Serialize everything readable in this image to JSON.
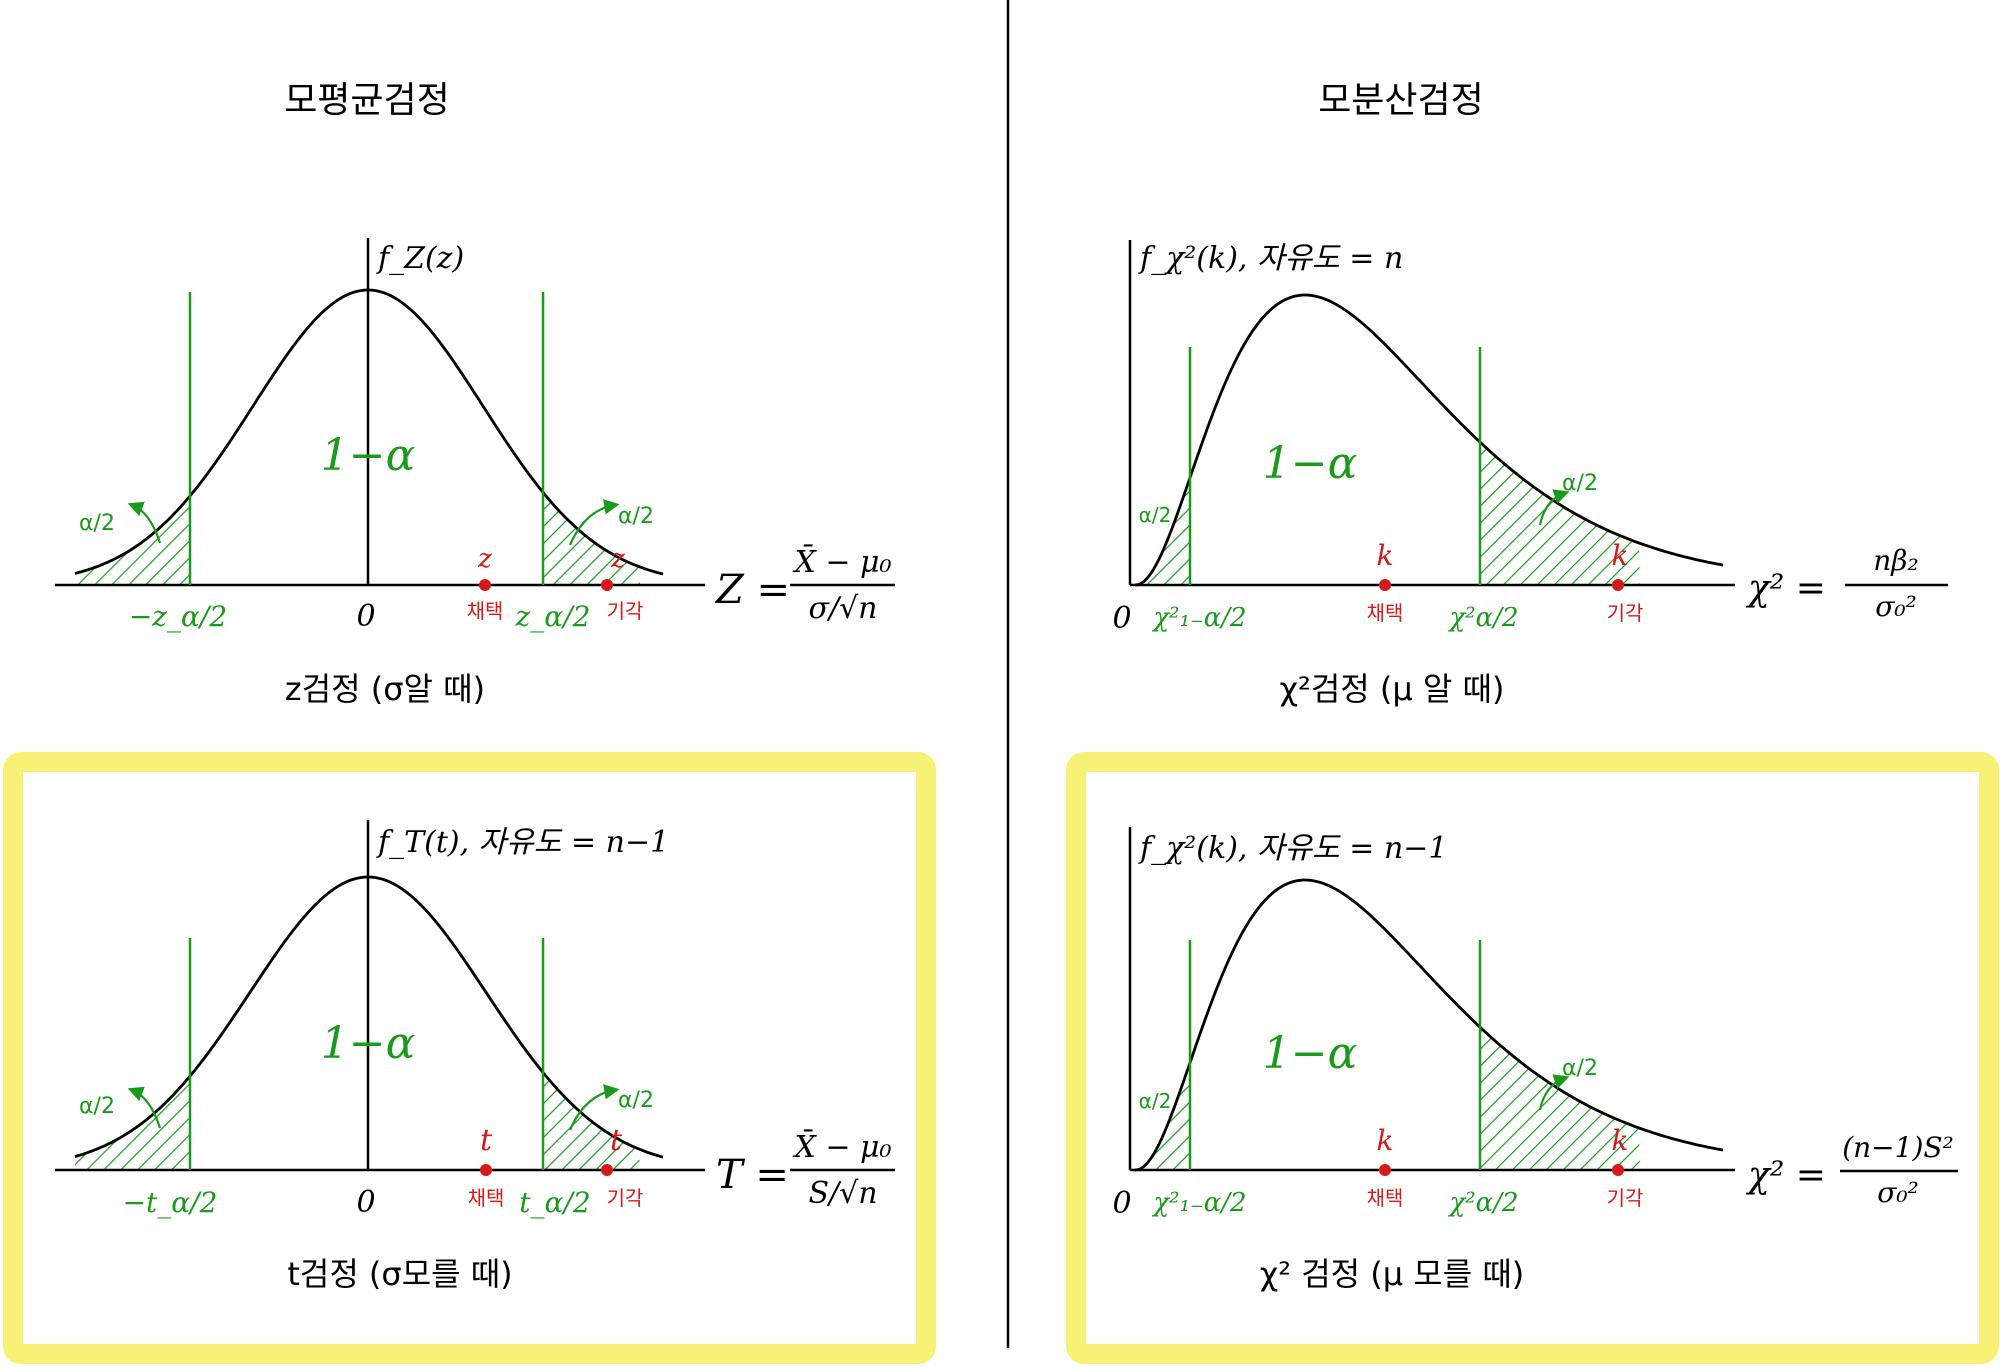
{
  "titles": {
    "mean_test": "모평균검정",
    "variance_test": "모분산검정"
  },
  "colors": {
    "curve": "#000000",
    "critical": "#1a9a1a",
    "statistic": "#d41a1a",
    "highlight": "#f7f276"
  },
  "panels": {
    "z": {
      "y_label": "f_Z(z)",
      "center": "1−α",
      "half_alpha": "α/2",
      "lower_critical": "−z_α/2",
      "upper_critical": "z_α/2",
      "origin": "0",
      "stat_symbol": "z",
      "accept_label": "채택",
      "reject_label": "기각",
      "formula_lhs": "Z =",
      "formula_num": "X̄ − μ₀",
      "formula_den": "σ/√n",
      "caption": "z검정 (σ알 때)"
    },
    "t": {
      "y_label": "f_T(t), 자유도 = n−1",
      "center": "1−α",
      "half_alpha": "α/2",
      "lower_critical": "−t_α/2",
      "upper_critical": "t_α/2",
      "origin": "0",
      "stat_symbol": "t",
      "accept_label": "채택",
      "reject_label": "기각",
      "formula_lhs": "T =",
      "formula_num": "X̄ − μ₀",
      "formula_den": "S/√n",
      "caption": "t검정 (σ모를 때)"
    },
    "chi_known": {
      "y_label": "f_χ²(k), 자유도 = n",
      "center": "1−α",
      "half_alpha": "α/2",
      "lower_critical": "χ²₁₋α/2",
      "upper_critical": "χ²α/2",
      "origin": "0",
      "stat_symbol": "k",
      "accept_label": "채택",
      "reject_label": "기각",
      "formula_lhs": "χ² =",
      "formula_num": "nβ₂",
      "formula_den": "σ₀²",
      "caption": "χ²검정 (μ 알 때)"
    },
    "chi_unknown": {
      "y_label": "f_χ²(k), 자유도 = n−1",
      "center": "1−α",
      "half_alpha": "α/2",
      "lower_critical": "χ²₁₋α/2",
      "upper_critical": "χ²α/2",
      "origin": "0",
      "stat_symbol": "k",
      "accept_label": "채택",
      "reject_label": "기각",
      "formula_lhs": "χ² =",
      "formula_num": "(n−1)S²",
      "formula_den": "σ₀²",
      "caption": "χ² 검정 (μ 모를 때)"
    }
  }
}
